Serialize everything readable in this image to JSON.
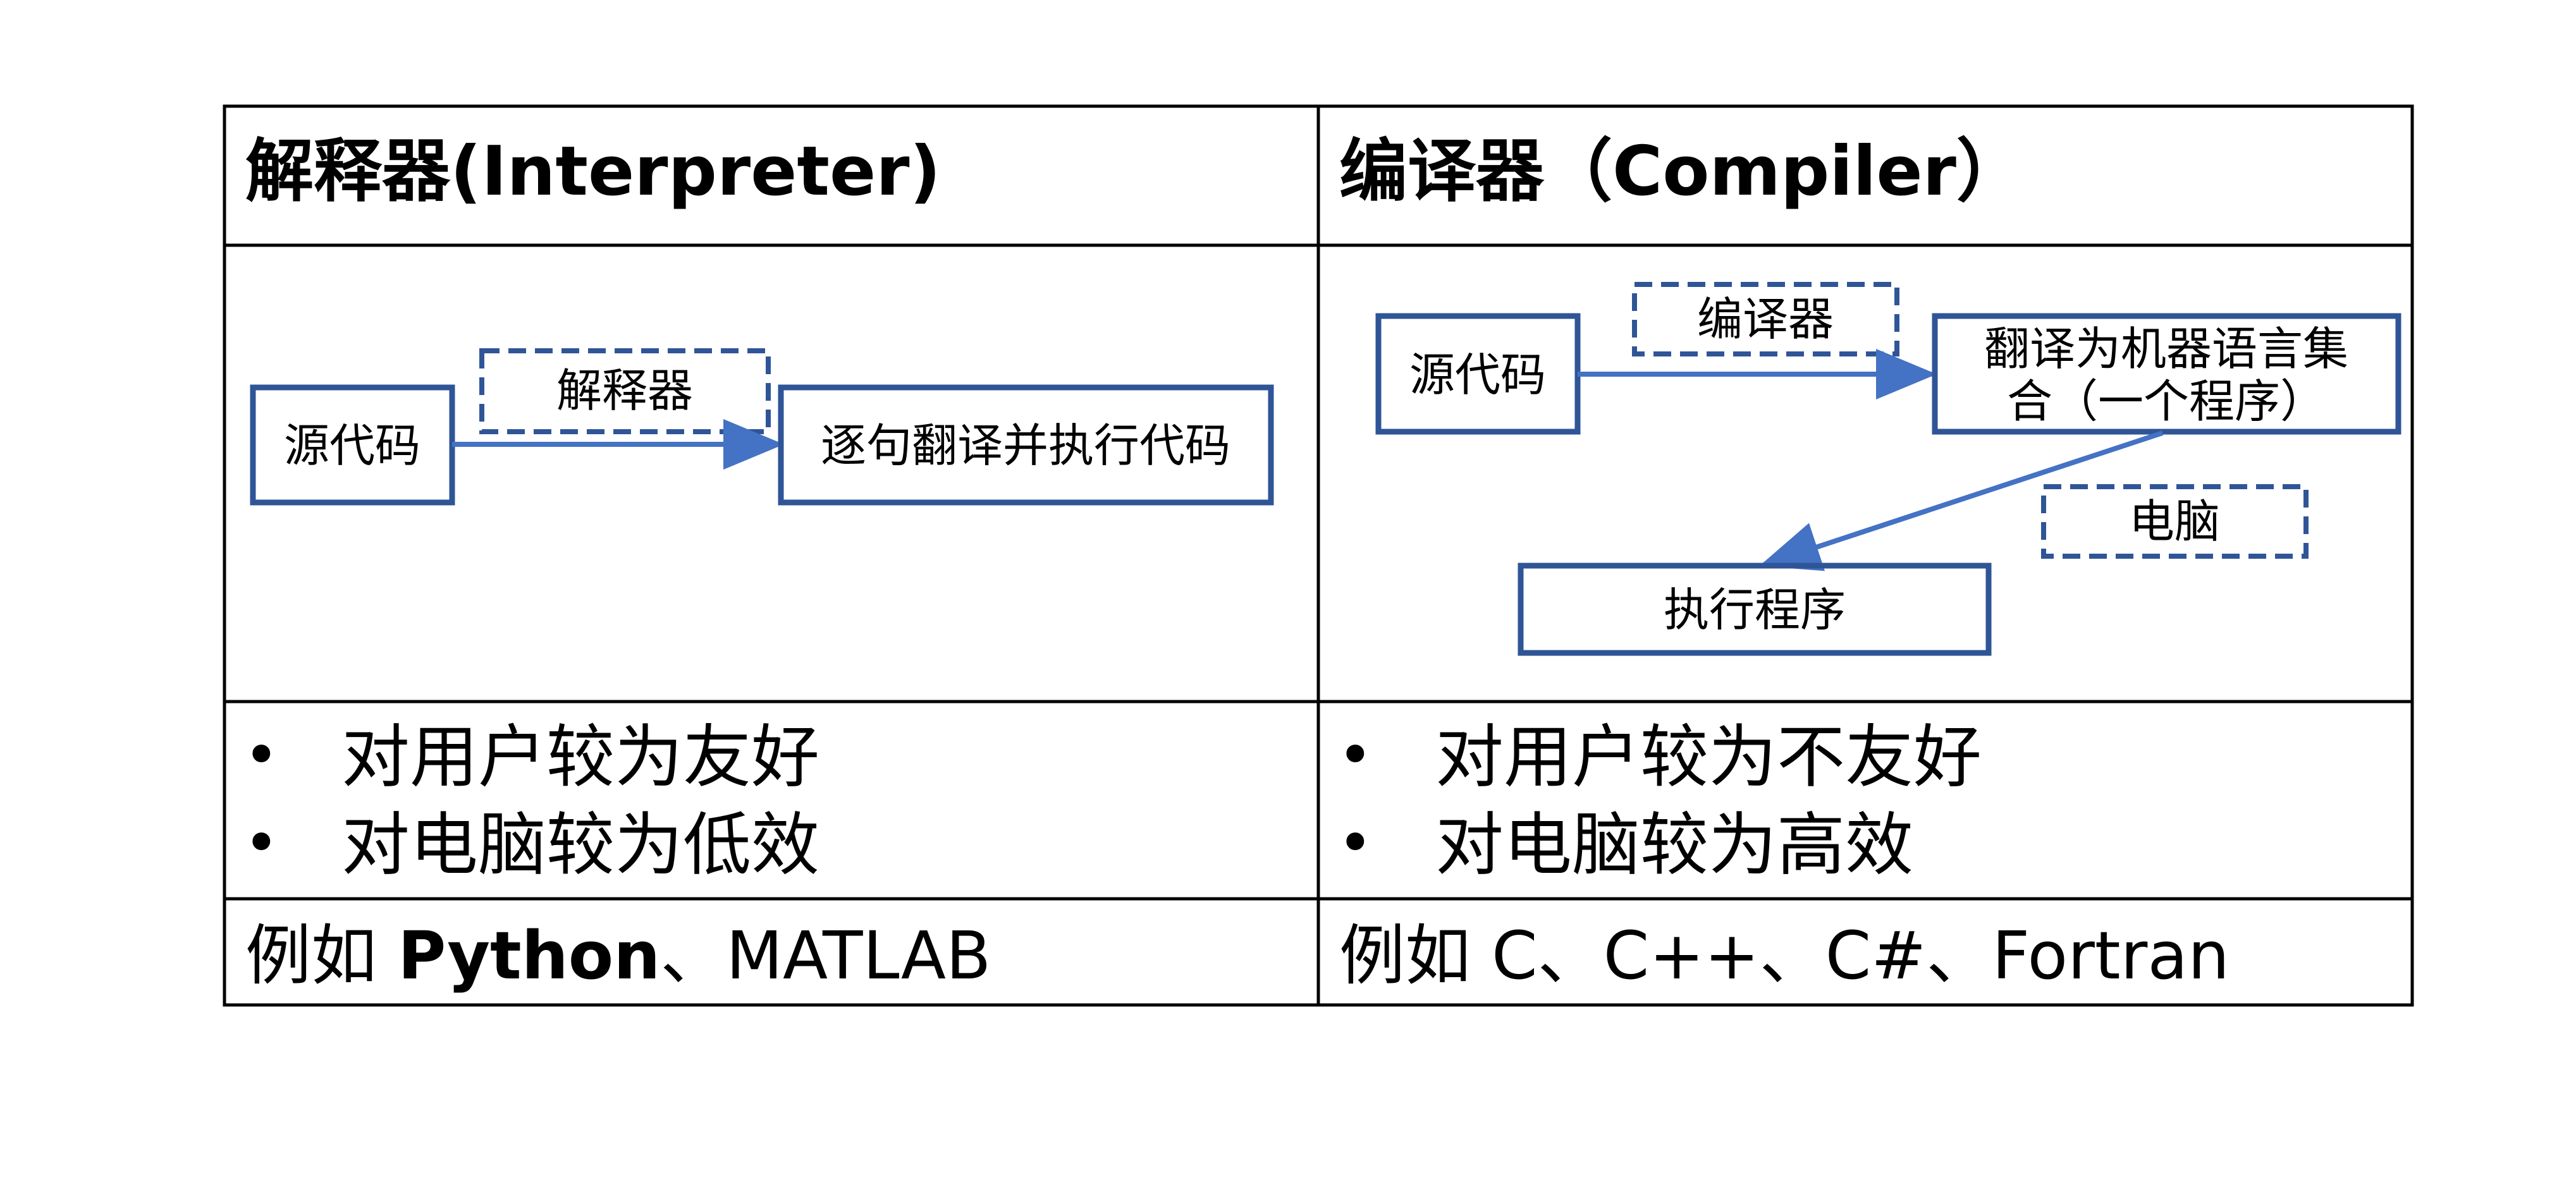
{
  "table": {
    "interpreter": {
      "header": "解释器(Interpreter)",
      "diagram": {
        "source": "源代码",
        "tool": "解释器",
        "result": "逐句翻译并执行代码"
      },
      "bullets": [
        "对用户较为友好",
        "对电脑较为低效"
      ],
      "example_prefix": "例如 ",
      "example_bold": "Python",
      "example_rest": "、MATLAB"
    },
    "compiler": {
      "header": "编译器（Compiler）",
      "diagram": {
        "source": "源代码",
        "tool": "编译器",
        "result_line1": "翻译为机器语言集",
        "result_line2": "合（一个程序）",
        "executor": "电脑",
        "final": "执行程序"
      },
      "bullets": [
        "对用户较为不友好",
        "对电脑较为高效"
      ],
      "example_prefix": "例如 C、C++、C#、Fortran"
    }
  },
  "colors": {
    "box_stroke": "#2F5597",
    "arrow": "#4472C4",
    "table_line": "#000000"
  }
}
